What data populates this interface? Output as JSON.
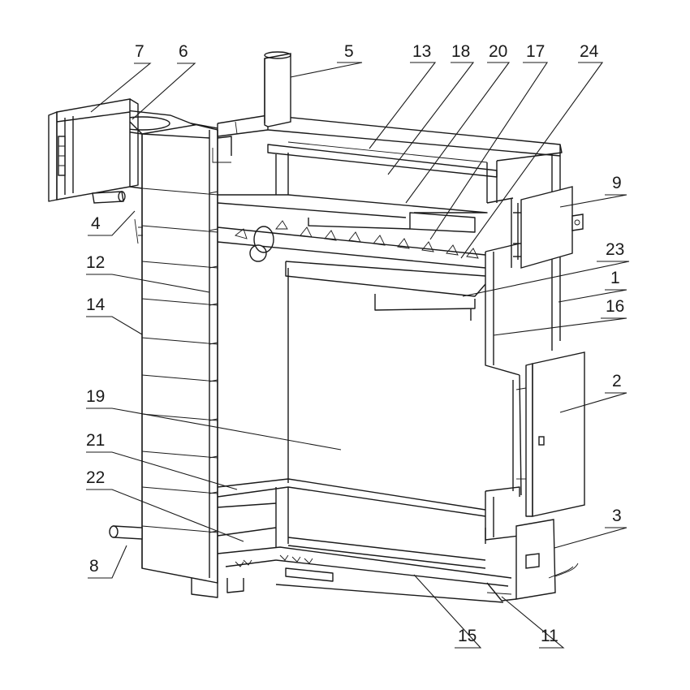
{
  "callouts": [
    {
      "id": "c7",
      "label": "7"
    },
    {
      "id": "c6",
      "label": "6"
    },
    {
      "id": "c5",
      "label": "5"
    },
    {
      "id": "c13",
      "label": "13"
    },
    {
      "id": "c18",
      "label": "18"
    },
    {
      "id": "c20",
      "label": "20"
    },
    {
      "id": "c17",
      "label": "17"
    },
    {
      "id": "c24",
      "label": "24"
    },
    {
      "id": "c9",
      "label": "9"
    },
    {
      "id": "c23",
      "label": "23"
    },
    {
      "id": "c1",
      "label": "1"
    },
    {
      "id": "c16",
      "label": "16"
    },
    {
      "id": "c2",
      "label": "2"
    },
    {
      "id": "c3",
      "label": "3"
    },
    {
      "id": "c4",
      "label": "4"
    },
    {
      "id": "c12",
      "label": "12"
    },
    {
      "id": "c14",
      "label": "14"
    },
    {
      "id": "c19",
      "label": "19"
    },
    {
      "id": "c21",
      "label": "21"
    },
    {
      "id": "c22",
      "label": "22"
    },
    {
      "id": "c8",
      "label": "8"
    },
    {
      "id": "c15",
      "label": "15"
    },
    {
      "id": "c11",
      "label": "11"
    }
  ]
}
